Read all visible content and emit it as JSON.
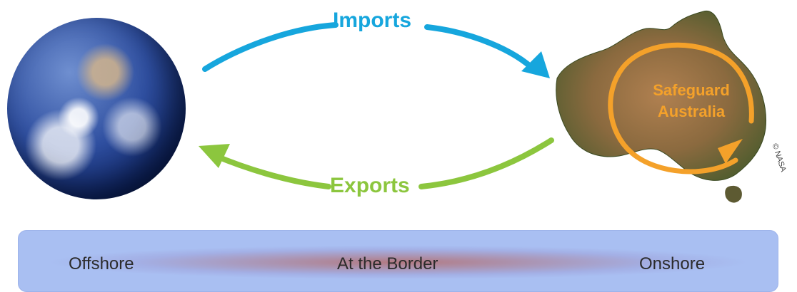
{
  "flows": {
    "imports_label": "Imports",
    "exports_label": "Exports"
  },
  "center_label": "Safeguard\nAustralia",
  "credit": "© NASA",
  "band": {
    "offshore": "Offshore",
    "border": "At the Border",
    "onshore": "Onshore"
  },
  "colors": {
    "imports": "#16a6dd",
    "exports": "#8cc63e",
    "safeguard": "#f4a12a",
    "band": "#a9bff2"
  }
}
